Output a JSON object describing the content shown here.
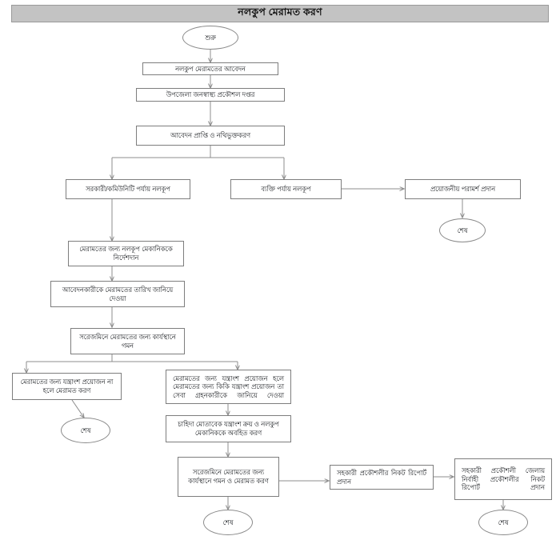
{
  "header": {
    "title": "নলকুপ মেরামত করণ"
  },
  "nodes": {
    "start": "শুরু",
    "application": "নলকুপ মেরামতের আবেদন",
    "office": "উপজেলা জনস্বাস্থ্য প্রকৌশল দপ্তর",
    "receive_register": "আবেদন প্রাপ্তি ও নথিভুক্তকরণ",
    "govt_community_tubewell": "সরকারী/কমিউনিটি পর্যায় নলকূপ",
    "private_tubewell": "ব্যক্তি পর্যায় নলকূপ",
    "advice": "প্রয়োজনীয় পরামর্শ প্রদান",
    "end_advice": "শেষ",
    "instruct_mechanic": "মেরামতের জন্য নলকূপ মেকানিককে নির্দেশদান",
    "inform_applicant_date": "আবেদনকারীকে মেরামতের তারিখ জানিয়ে দেওয়া",
    "visit_site": "সরেজমিনে মেরামতের জন্য কার্যস্থানে গমন",
    "no_parts_repair": "মেরামতের জন্য যন্ত্রাংশ প্রয়োজন না হলে মেরামত করণ",
    "end_no_parts": "শেষ",
    "parts_needed_inform": "মেরামতের জন্য যন্ত্রাংশ প্রয়োজন হলে মেরামতের জন্য কিকি যন্ত্রাংশ প্রয়োজন তা সেবা গ্রহনকারীকে জানিয়ে দেওয়া",
    "purchase_parts": "চাহিদা মোতাবেক যন্ত্রাংশ ক্রয় ও নলকুপ মেকানিককে অবহিত করণ",
    "visit_and_repair": "সরেজমিনে মেরামতের জন্য কার্যস্থানে গমন ও মেরামত করণ",
    "end_repair": "শেষ",
    "report_to_ae": "সহকারী  প্রকৌশলীর  নিকট রিপোর্ট প্রদান",
    "report_to_xen": "সহকারী  প্রকৌশলী  জেলায় নির্বাহী  প্রকৌশলীর  নিকট রিপোর্ট প্রদান",
    "end_report": "শেষ"
  },
  "colors": {
    "header_bg": "#c3c3c3",
    "header_border": "#9a9a9a",
    "node_border": "#7d7d7d",
    "connector": "#8c8c8c",
    "page_bg": "#ffffff",
    "text": "#15181c"
  }
}
